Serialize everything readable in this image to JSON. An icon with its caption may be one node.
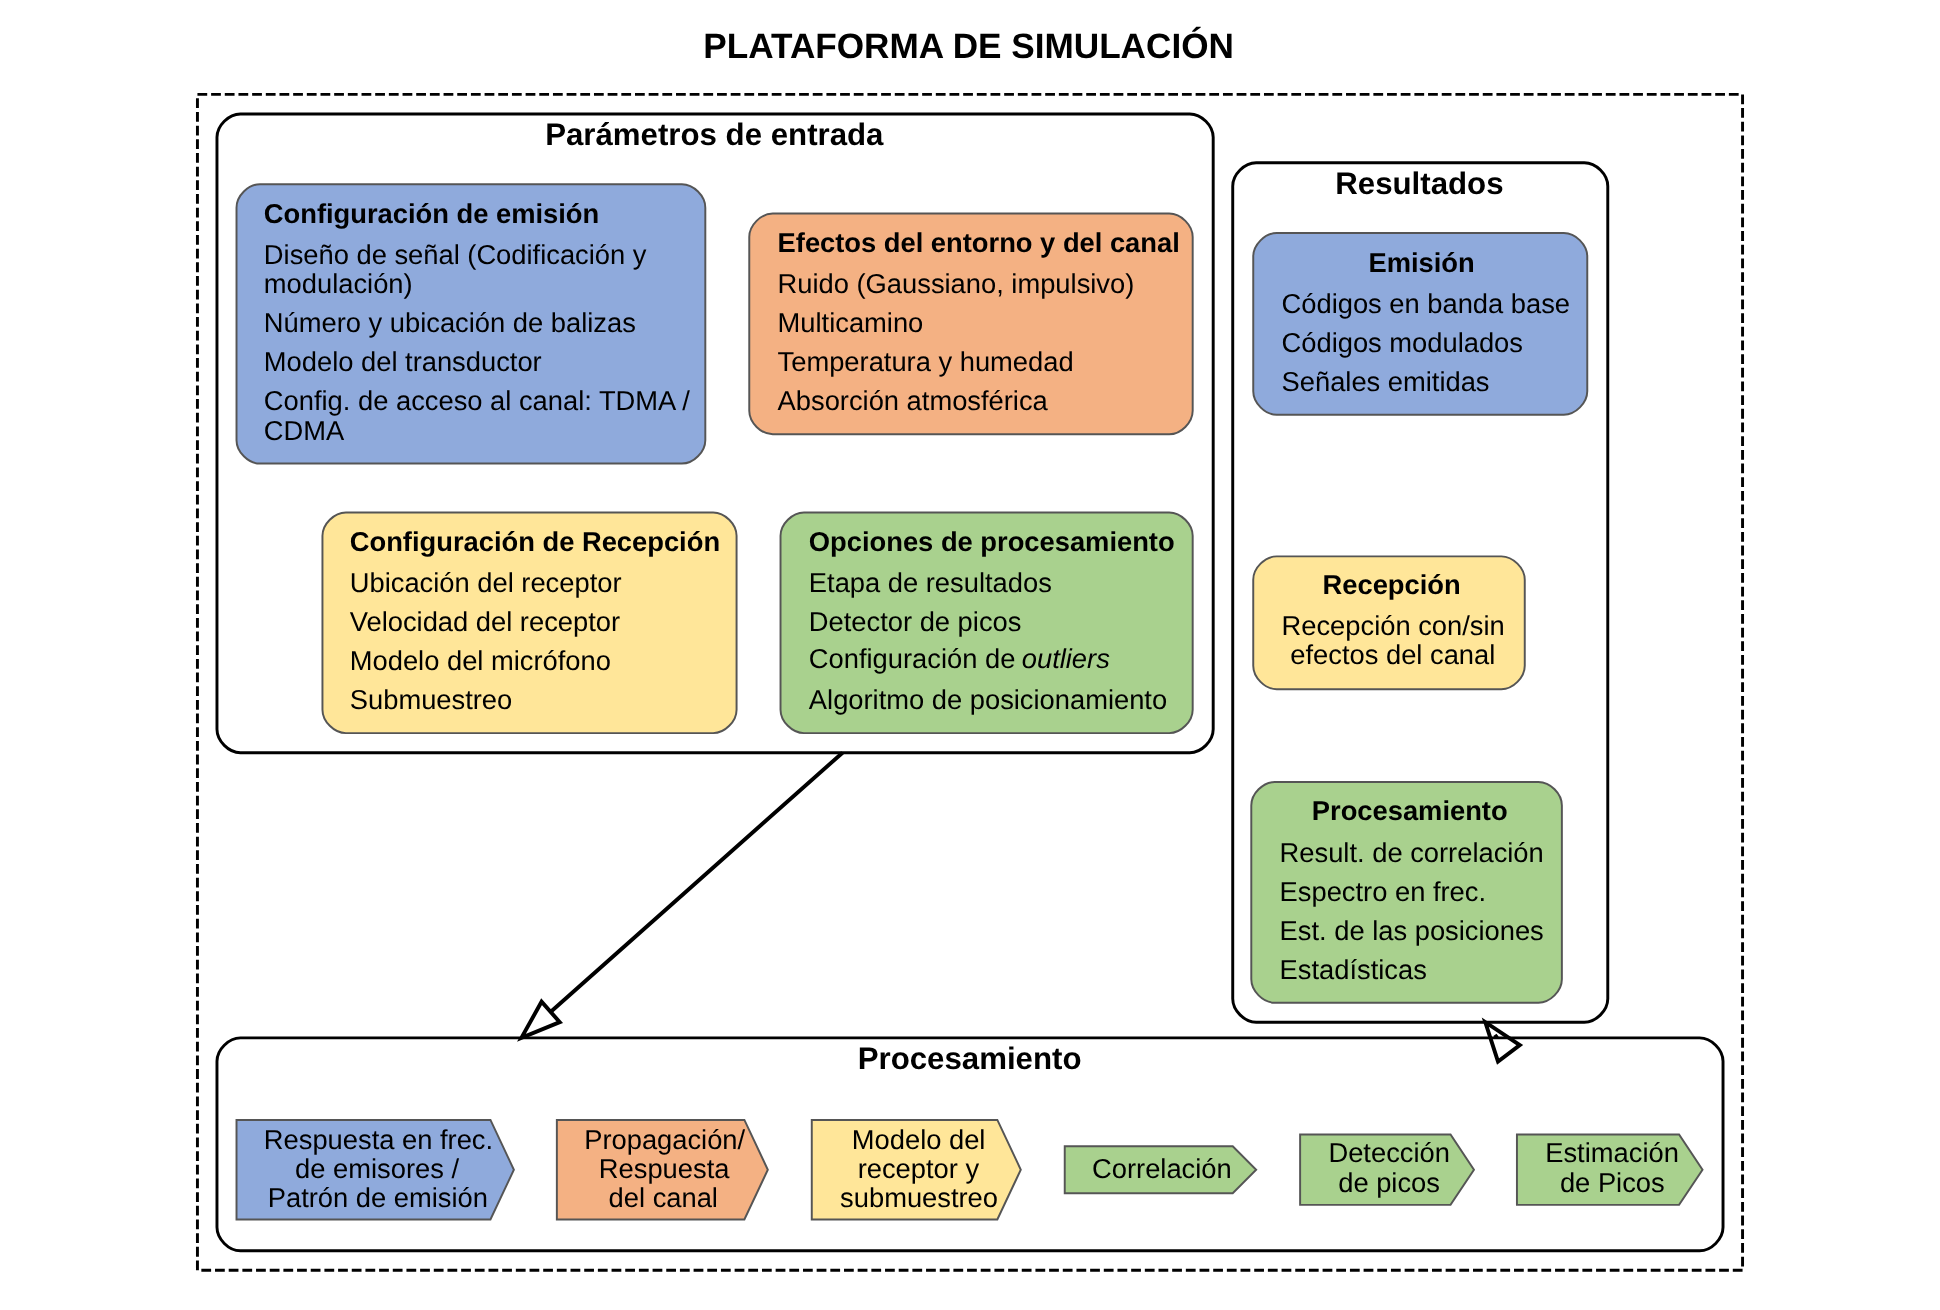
{
  "diagram": {
    "title": "PLATAFORMA DE SIMULACIÓN",
    "nodes": [
      {
        "text": [],
        "shape": "box"
      },
      {
        "text": [
          "Parámetros de entrada"
        ],
        "in": 0
      },
      {
        "text": [
          "Configuración de emisión",
          "Diseño de señal (Codificación y modulación)",
          "Número y ubicación de balizas",
          "Modelo del transductor",
          "Config. de acceso al canal: TDMA / CDMA"
        ],
        "in": 1
      },
      {
        "text": [
          "Efectos del entorno y del canal",
          "Ruido (Gaussiano, impulsivo)",
          "Multicamino",
          "Temperatura y humedad",
          "Absorción atmosférica"
        ],
        "in": 1
      },
      {
        "text": [
          "Configuración de Recepción",
          "Ubicación del receptor",
          "Velocidad del receptor",
          "Modelo del micrófono",
          "Submuestreo"
        ],
        "in": 1
      },
      {
        "text": [
          "Opciones de procesamiento",
          "Etapa de resultados",
          "Detector de picos",
          "Configuración de *outliers*",
          "Algoritmo de posicionamiento"
        ],
        "in": 1
      },
      {
        "text": [
          "Resultados"
        ],
        "in": 0
      },
      {
        "text": [
          "Emisión",
          "Códigos en banda base",
          "Códigos modulados",
          "Señales emitidas"
        ],
        "in": 6
      },
      {
        "text": [
          "Recepción",
          "Recepción con/sin efectos del canal"
        ],
        "in": 6
      },
      {
        "text": [
          "Procesamiento",
          "Result. de correlación",
          "Espectro en frec.",
          "Est. de las posiciones",
          "Estadísticas"
        ],
        "in": 6
      },
      {
        "text": [
          "Procesamiento"
        ],
        "in": 0
      },
      {
        "text": [
          "Respuesta en frec. de emisores / Patrón de emisión"
        ],
        "in": 10
      },
      {
        "text": [
          "Propagación/ Respuesta del canal"
        ],
        "in": 10
      },
      {
        "text": [
          "Modelo del receptor y submuestreo"
        ],
        "in": 10
      },
      {
        "text": [
          "Correlación"
        ],
        "in": 10
      },
      {
        "text": [
          "Detección de picos"
        ],
        "in": 10
      },
      {
        "text": [
          "Estimación de Picos"
        ],
        "in": 10
      }
    ],
    "edges": [
      {
        "from": 1,
        "to": 10,
        "arrow": "to"
      },
      {
        "from": 10,
        "to": 6,
        "arrow": "to"
      }
    ]
  }
}
